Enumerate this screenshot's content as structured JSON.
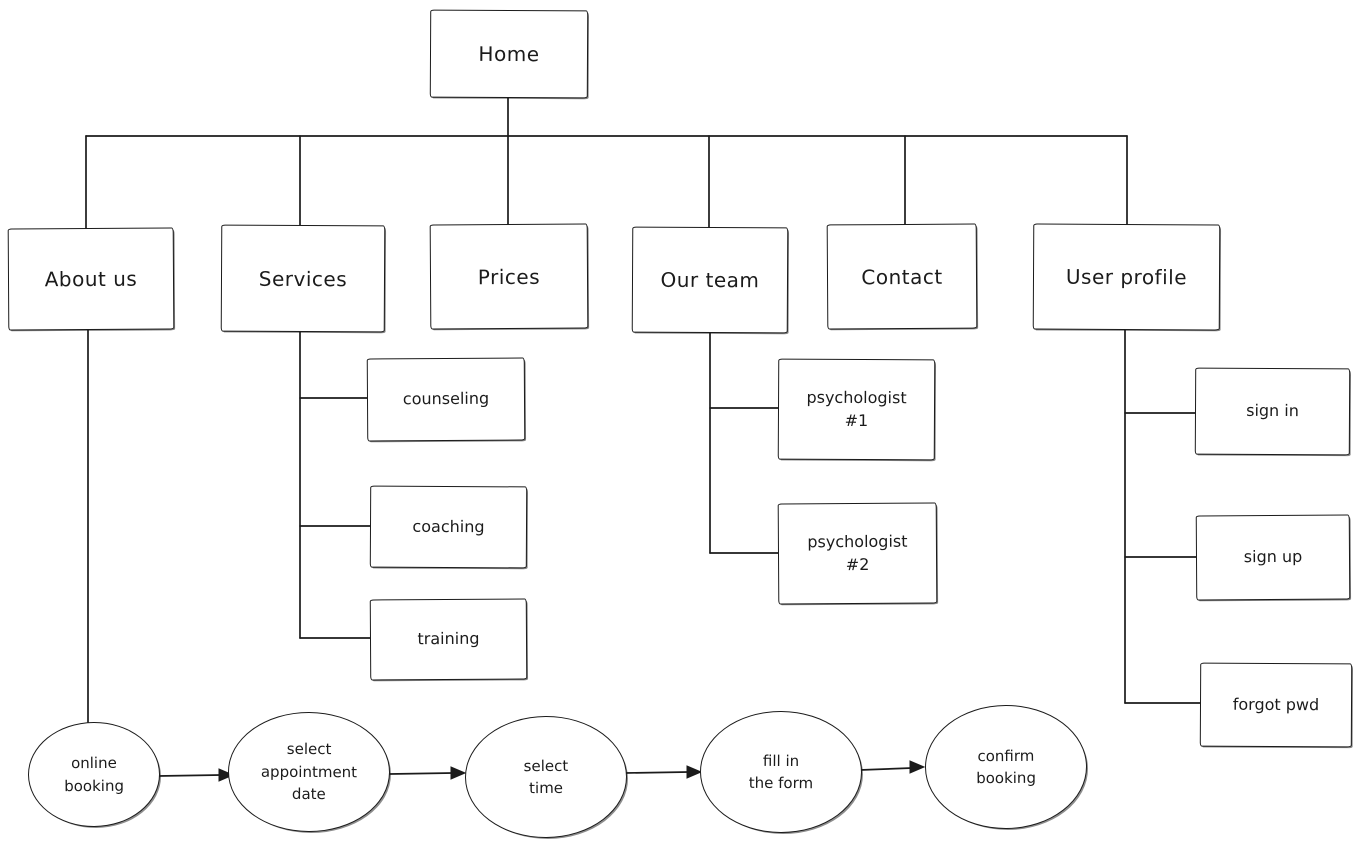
{
  "canvas": {
    "background": "#ffffff",
    "stroke_color": "#1b1b1b"
  },
  "sitemap": {
    "nodes": {
      "home": {
        "label": "Home"
      },
      "about_us": {
        "label": "About us"
      },
      "services": {
        "label": "Services"
      },
      "prices": {
        "label": "Prices"
      },
      "our_team": {
        "label": "Our team"
      },
      "contact": {
        "label": "Contact"
      },
      "user_profile": {
        "label": "User profile"
      },
      "counseling": {
        "label": "counseling"
      },
      "coaching": {
        "label": "coaching"
      },
      "training": {
        "label": "training"
      },
      "psychologist_1": {
        "label": "psychologist\n#1"
      },
      "psychologist_2": {
        "label": "psychologist\n#2"
      },
      "sign_in": {
        "label": "sign in"
      },
      "sign_up": {
        "label": "sign up"
      },
      "forgot_pwd": {
        "label": "forgot pwd"
      }
    },
    "edges": [
      {
        "from": "Home",
        "to": "About us"
      },
      {
        "from": "Home",
        "to": "Services"
      },
      {
        "from": "Home",
        "to": "Prices"
      },
      {
        "from": "Home",
        "to": "Our team"
      },
      {
        "from": "Home",
        "to": "Contact"
      },
      {
        "from": "Home",
        "to": "User profile"
      },
      {
        "from": "Services",
        "to": "counseling"
      },
      {
        "from": "Services",
        "to": "coaching"
      },
      {
        "from": "Services",
        "to": "training"
      },
      {
        "from": "Our team",
        "to": "psychologist #1"
      },
      {
        "from": "Our team",
        "to": "psychologist #2"
      },
      {
        "from": "User profile",
        "to": "sign in"
      },
      {
        "from": "User profile",
        "to": "sign up"
      },
      {
        "from": "User profile",
        "to": "forgot pwd"
      },
      {
        "from": "About us",
        "to": "online booking"
      }
    ]
  },
  "booking_flow": {
    "steps": [
      {
        "label": "online\nbooking"
      },
      {
        "label": "select\nappointment\ndate"
      },
      {
        "label": "select\ntime"
      },
      {
        "label": "fill in\nthe form"
      },
      {
        "label": "confirm\nbooking"
      }
    ]
  }
}
